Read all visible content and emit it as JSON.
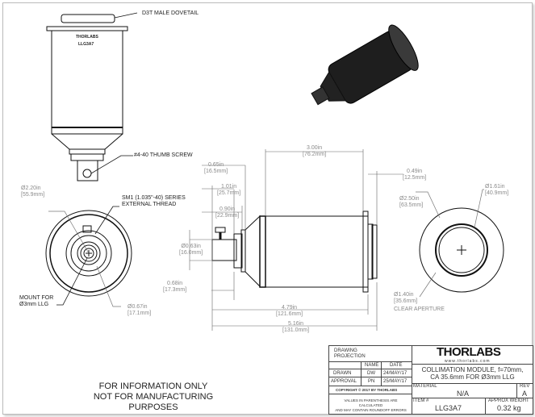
{
  "callouts": {
    "dovetail": "D3T MALE DOVETAIL",
    "thumb_screw": "#4-40 THUMB SCREW",
    "sm1_thread_1": "SM1 (1.035\"-40) SERIES",
    "sm1_thread_2": "EXTERNAL THREAD",
    "mount_1": "MOUNT FOR",
    "mount_2": "Ø3mm LLG",
    "clear_aperture": "CLEAR APERTURE"
  },
  "body_marking": {
    "line1": "THORLABS",
    "line2": "LLG3A7"
  },
  "dimensions": {
    "d220": {
      "in": "Ø2.20in",
      "mm": "[55.9mm]"
    },
    "d067": {
      "in": "Ø0.67in",
      "mm": "[17.1mm]"
    },
    "d063": {
      "in": "Ø0.63in",
      "mm": "[16.0mm]"
    },
    "l068": {
      "in": "0.68in",
      "mm": "[17.3mm]"
    },
    "l065": {
      "in": "0.65in",
      "mm": "[16.5mm]"
    },
    "l101": {
      "in": "1.01in",
      "mm": "[25.7mm]"
    },
    "l090": {
      "in": "0.90in",
      "mm": "[22.9mm]"
    },
    "l300": {
      "in": "3.00in",
      "mm": "[76.2mm]"
    },
    "l049": {
      "in": "0.49in",
      "mm": "[12.5mm]"
    },
    "l479": {
      "in": "4.79in",
      "mm": "[121.6mm]"
    },
    "l516": {
      "in": "5.16in",
      "mm": "[131.0mm]"
    },
    "d250": {
      "in": "Ø2.50in",
      "mm": "[63.5mm]"
    },
    "d161": {
      "in": "Ø1.61in",
      "mm": "[40.9mm]"
    },
    "d140": {
      "in": "Ø1.40in",
      "mm": "[35.6mm]"
    }
  },
  "notice": {
    "line1": "FOR INFORMATION ONLY",
    "line2": "NOT FOR MANUFACTURING PURPOSES"
  },
  "title_block": {
    "drawing_projection": "DRAWING PROJECTION",
    "name_header": "NAME",
    "date_header": "DATE",
    "drawn_label": "DRAWN",
    "drawn_name": "DW",
    "drawn_date": "24/MAY/17",
    "approval_label": "APPROVAL",
    "approval_name": "PN",
    "approval_date": "25/MAY/17",
    "copyright": "COPYRIGHT © 2017 BY THORLABS",
    "values_note_1": "VALUES IN PARENTHESIS ARE CALCULATED",
    "values_note_2": "AND MAY CONTAIN ROUNDOFF ERRORS",
    "logo": "THORLABS",
    "website": "www.thorlabs.com",
    "title_1": "COLLIMATION MODULE, f=70mm,",
    "title_2": "CA 35.6mm FOR Ø3mm LLG",
    "material_label": "MATERIAL",
    "material": "N/A",
    "rev_label": "REV",
    "rev": "A",
    "item_label": "ITEM #",
    "item": "LLG3A7",
    "weight_label": "APPROX WEIGHT",
    "weight": "0.32 kg"
  }
}
